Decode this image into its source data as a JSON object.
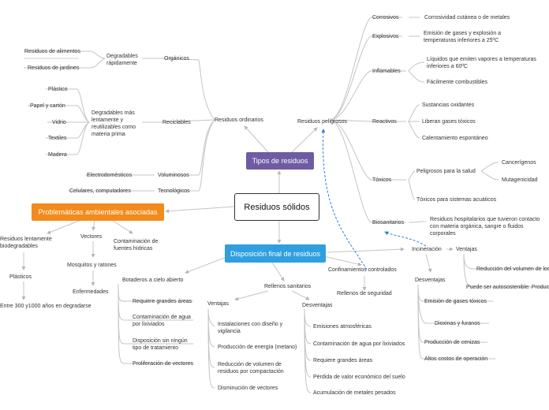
{
  "colors": {
    "purple": "#6e5ba3",
    "orange": "#f28a1c",
    "blue": "#2f9fe0",
    "line": "#bdbdbd",
    "dashed": "#2f7fd8"
  },
  "root": "Residuos sólidos",
  "tipos": {
    "title": "Tipos de residuos",
    "ordinarios": {
      "label": "Residuos ordinarios",
      "organicos": "Orgánicos",
      "degradables_rapido": "Degradables rápidamente",
      "alimentos": "Residuos de alimentos",
      "jardines": "Residuos de jardines",
      "reciclables": "Reciclables",
      "degradables_lento": "Degradables más lentamente y reutilizables como materia prima",
      "plastico": "Plástico",
      "papel": "Papel y cartón",
      "vidrio": "Vidrio",
      "textiles": "Textiles",
      "madera": "Madera",
      "voluminosos": "Voluminosos",
      "electrodomesticos": "Electrodomésticos",
      "tecnologicos": "Tecnológicos",
      "celulares": "Celulares, computadores"
    },
    "peligrosos": {
      "label": "Residuos peligrosos",
      "corrosivos": "Corrosivos",
      "corrosivos_desc": "Corrosividad cutánea o de metales",
      "explosivos": "Explosivos",
      "explosivos_desc": "Emisión de gases y explosión a temperaturas  inferiores a 25ºC",
      "inflamables": "Inflamables",
      "inflamables_d1": "Líquidos que emiten vapores a temperaturas inferiores a 60ºC",
      "inflamables_d2": "Fácilmente combustibles",
      "reactivos": "Reactivos",
      "reactivos_d1": "Sustancias oxidantes",
      "reactivos_d2": "Liberan gases tóxicos",
      "reactivos_d3": "Calentamiento espontáneo",
      "toxicos": "Tóxicos",
      "toxicos_d1": "Peligrosos para la salud",
      "cancerigenos": "Cancerígenos",
      "mutagenicidad": "Mutagenicidad",
      "toxicos_d2": "Tóxicos para sistemas acuáticos",
      "biosanitarios": "Biosanitarios",
      "biosanitarios_d": "Residuos hospitalarios que tuvieron contacto con materia orgánica, sangre o fluidos corporales"
    }
  },
  "problematicas": {
    "title": "Problemáticas ambientales asociadas",
    "lentamente": "Residuos lentamente biodegradables",
    "plasticos": "Plásticos",
    "anios": "Entre 300 y1000 años en degradarse",
    "vectores": "Vectores",
    "mosquitos": "Mosquitos y ratones",
    "enfermedades": "Enfermedades",
    "contaminacion": "Contaminación de fuentes hídricas"
  },
  "disposicion": {
    "title": "Disposición final de residuos",
    "botaderos": "Botaderos a cielo abierto",
    "botaderos_items": [
      "Requiere grandes áreas",
      "Contaminación de agua por lixiviados",
      "Disposición sin ningún tipo de tratamiento",
      "Proliferación de vectores"
    ],
    "rellenos": "Rellenos sanitarios",
    "ventajas": "Ventajas",
    "ventajas_items": [
      "Instalaciones con diseño y vigilancia",
      "Producción de energía (metano)",
      "Reducción de volumen de residuos por compactación",
      "Disminución de vectores"
    ],
    "desventajas": "Desventajas",
    "desventajas_items": [
      "Emisiones atmosféricas",
      "Contaminación de agua por lixiviados",
      "Requiere grandes áreas",
      "Pérdida de valor económico del suelo",
      "Acumulación de metales pesados"
    ],
    "confinamientos": "Confinamientos controlados",
    "rellenos_seguridad": "Rellenos de seguridad",
    "incineracion": "Incineración",
    "inc_ventajas": "Ventajas",
    "inc_ventajas_items": [
      "Reducción del volumen de los residuos",
      "Puede ser autosostenible: Produce energía"
    ],
    "inc_desventajas": "Desventajas",
    "inc_desventajas_items": [
      "Emisión de gases tóxicos",
      "Dioxinas y furanos",
      "Producción de cenizas",
      "Altos costos de operación"
    ]
  }
}
